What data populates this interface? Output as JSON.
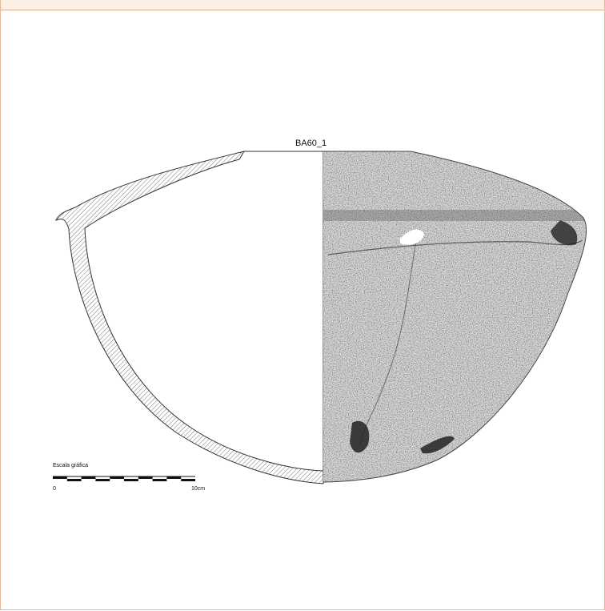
{
  "figure": {
    "title": "BA60_1",
    "scale_bar": {
      "caption": "Escala gráfica",
      "start_label": "0",
      "end_label": "10cm",
      "segments": 10
    }
  },
  "colors": {
    "header_band": "#fbf0e3",
    "frame_border": "#e8b89a",
    "outline": "#333333",
    "texture": "#8a8a8a"
  }
}
